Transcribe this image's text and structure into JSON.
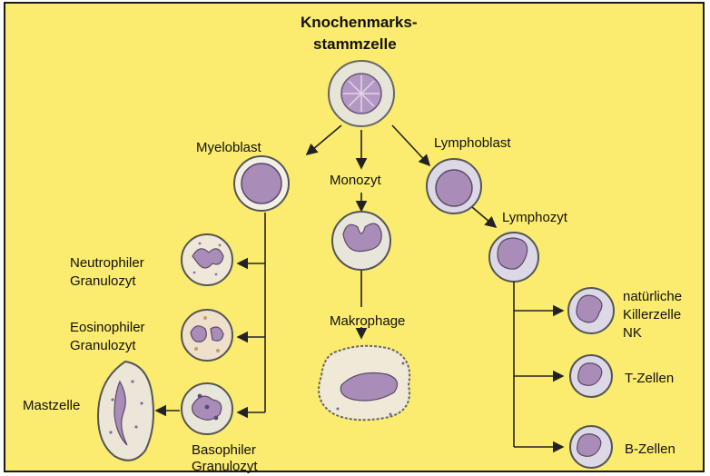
{
  "title": {
    "line1": "Knochenmarks-",
    "line2": "stammzelle"
  },
  "labels": {
    "myeloblast": "Myeloblast",
    "monozyt": "Monozyt",
    "lymphoblast": "Lymphoblast",
    "lymphozyt": "Lymphozyt",
    "neutrophil": {
      "line1": "Neutrophiler",
      "line2": "Granulozyt"
    },
    "eosinophil": {
      "line1": "Eosinophiler",
      "line2": "Granulozyt"
    },
    "basophil": {
      "line1": "Basophiler",
      "line2": "Granulozyt"
    },
    "mastzelle": "Mastzelle",
    "makrophage": "Makrophage",
    "nk": {
      "line1": "natürliche",
      "line2": "Killerzelle",
      "line3": "NK"
    },
    "tzellen": "T-Zellen",
    "bzellen": "B-Zellen"
  },
  "colors": {
    "background": "#fbeb6e",
    "cell_outer": "#e8e6da",
    "nucleus": "#a98db8",
    "line": "#222222"
  }
}
